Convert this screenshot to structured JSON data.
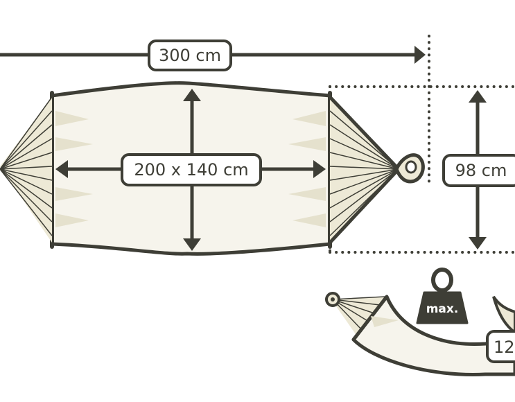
{
  "diagram": {
    "total_length_label": "300 cm",
    "bed_size_label": "200 x 140 cm",
    "height_label": "98 cm",
    "weight_badge_label": "max.",
    "load_label_partial": "12"
  },
  "colors": {
    "line": "#3e3e36",
    "fabric": "#f6f4ec",
    "fabric_shade": "#e5e1cd",
    "dotted": "#3e3e36",
    "label_bg": "#ffffff"
  },
  "icons": {
    "weight": "kettlebell-weight-icon",
    "ring": "hanging-ring-icon"
  }
}
